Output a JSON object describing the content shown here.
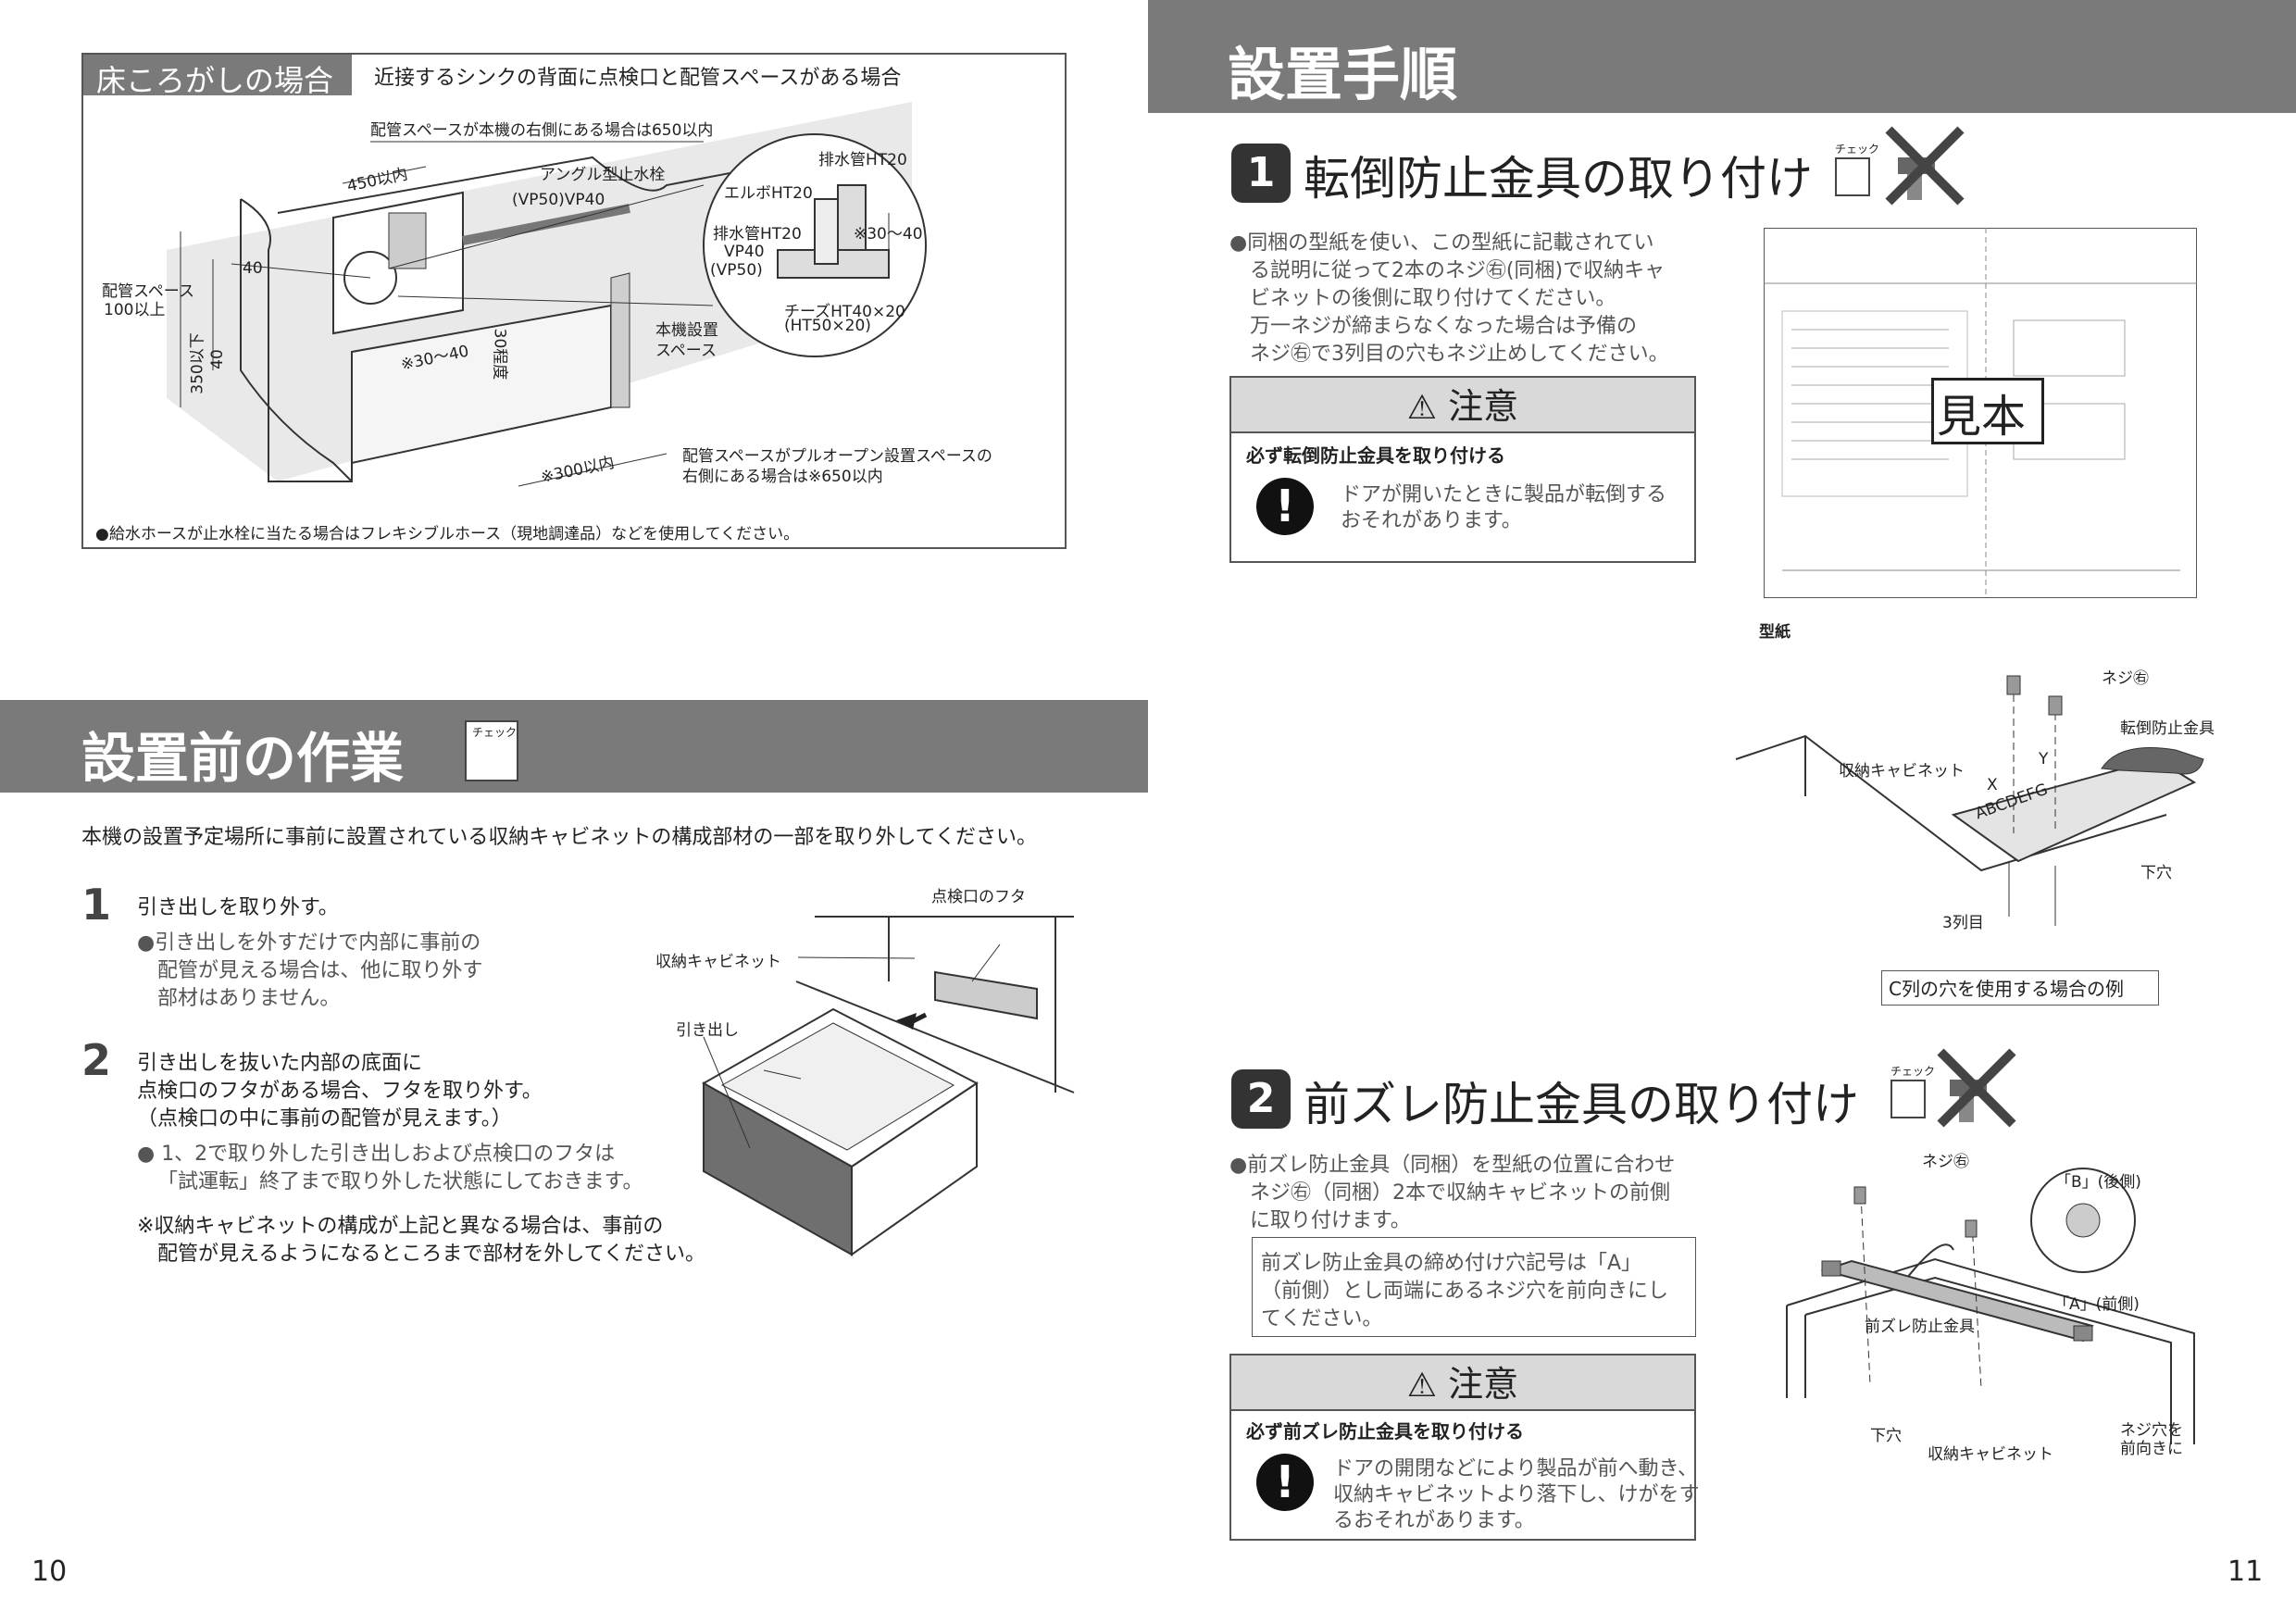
{
  "left_top": {
    "tag": "床ころがしの場合",
    "subtitle": "近接するシンクの背面に点検口と配管スペースがある場合",
    "labels": {
      "pipe_right": "配管スペースが本機の右側にある場合は650以内",
      "angle_valve": "アングル型止水栓",
      "vp50_vp40": "(VP50)VP40",
      "d450": "450以内",
      "d40a": "40",
      "pipe_space": "配管スペース",
      "pipe_space2": "100以上",
      "d350": "350以下",
      "d40b": "40",
      "d30_40": "※30～40",
      "d30": "30程度",
      "install_space": "本機設置",
      "install_space2": "スペース",
      "d300": "※300以内",
      "pullout1": "配管スペースがプルオープン設置スペースの",
      "pullout2": "右側にある場合は※650以内",
      "drain_ht20a": "排水管HT20",
      "elbow": "エルボHT20",
      "drain_ht20b": "排水管HT20",
      "d30_40b": "※30～40",
      "vp40": "VP40",
      "vp50": "(VP50)",
      "tees1": "チーズHT40×20",
      "tees2": "(HT50×20)"
    },
    "note": "●給水ホースが止水栓に当たる場合はフレキシブルホース（現地調達品）などを使用してください。"
  },
  "left_bottom": {
    "title": "設置前の作業",
    "check_label": "チェック",
    "intro": "本機の設置予定場所に事前に設置されている収納キャビネットの構成部材の一部を取り外してください。",
    "step1_num": "1",
    "step1_title": "引き出しを取り外す。",
    "step1_b1": "●引き出しを外すだけで内部に事前の",
    "step1_b2": "配管が見える場合は、他に取り外す",
    "step1_b3": "部材はありません。",
    "step2_num": "2",
    "step2_l1": "引き出しを抜いた内部の底面に",
    "step2_l2": "点検口のフタがある場合、フタを取り外す。",
    "step2_l3": "（点検口の中に事前の配管が見えます。）",
    "step2_b1": "● 1、2で取り外した引き出しおよび点検口のフタは",
    "step2_b2": "「試運転」終了まで取り外した状態にしておきます。",
    "note1": "※収納キャビネットの構成が上記と異なる場合は、事前の",
    "note2": "配管が見えるようになるところまで部材を外してください。",
    "fig_lid": "点検口のフタ",
    "fig_cabinet": "収納キャビネット",
    "fig_drawer": "引き出し"
  },
  "right": {
    "title": "設置手順",
    "s1_num": "1",
    "s1_title": "転倒防止金具の取り付け",
    "s1_check": "チェック",
    "s1_b1": "●同梱の型紙を使い、この型紙に記載されてい",
    "s1_b2": "る説明に従って2本のネジ㊨(同梱)で収納キャ",
    "s1_b3": "ビネットの後側に取り付けてください。",
    "s1_b4": "万一ネジが締まらなくなった場合は予備の",
    "s1_b5": "ネジ㊨で3列目の穴もネジ止めしてください。",
    "s1_caution": "注意",
    "s1_caution_bold": "必ず転倒防止金具を取り付ける",
    "s1_caution_t1": "ドアが開いたときに製品が転倒する",
    "s1_caution_t2": "おそれがあります。",
    "template_label": "型紙",
    "sample": "見本",
    "fig1_screw": "ネジ㊨",
    "fig1_bracket": "転倒防止金具",
    "fig1_cabinet": "収納キャビネット",
    "fig1_xy": "X",
    "fig1_y": "Y",
    "fig1_letters": "ABCDEFG",
    "fig1_hole": "下穴",
    "fig1_row3": "3列目",
    "fig1_caption": "C列の穴を使用する場合の例",
    "s2_num": "2",
    "s2_title": "前ズレ防止金具の取り付け",
    "s2_check": "チェック",
    "s2_b1": "●前ズレ防止金具（同梱）を型紙の位置に合わせ",
    "s2_b2": "ネジ㊨（同梱）2本で収納キャビネットの前側",
    "s2_b3": "に取り付けます。",
    "s2_box1": "前ズレ防止金具の締め付け穴記号は「A」",
    "s2_box2": "（前側）とし両端にあるネジ穴を前向きにし",
    "s2_box3": "てください。",
    "s2_caution": "注意",
    "s2_caution_bold": "必ず前ズレ防止金具を取り付ける",
    "s2_caution_t1": "ドアの開閉などにより製品が前へ動き、",
    "s2_caution_t2": "収納キャビネットより落下し、けがをす",
    "s2_caution_t3": "るおそれがあります。",
    "fig2_screw": "ネジ㊨",
    "fig2_b": "「B」(後側)",
    "fig2_a": "「A」(前側)",
    "fig2_bracket": "前ズレ防止金具",
    "fig2_hole": "下穴",
    "fig2_cabinet": "収納キャビネット",
    "fig2_front1": "ネジ穴を",
    "fig2_front2": "前向きに"
  },
  "page_left": "10",
  "page_right": "11"
}
